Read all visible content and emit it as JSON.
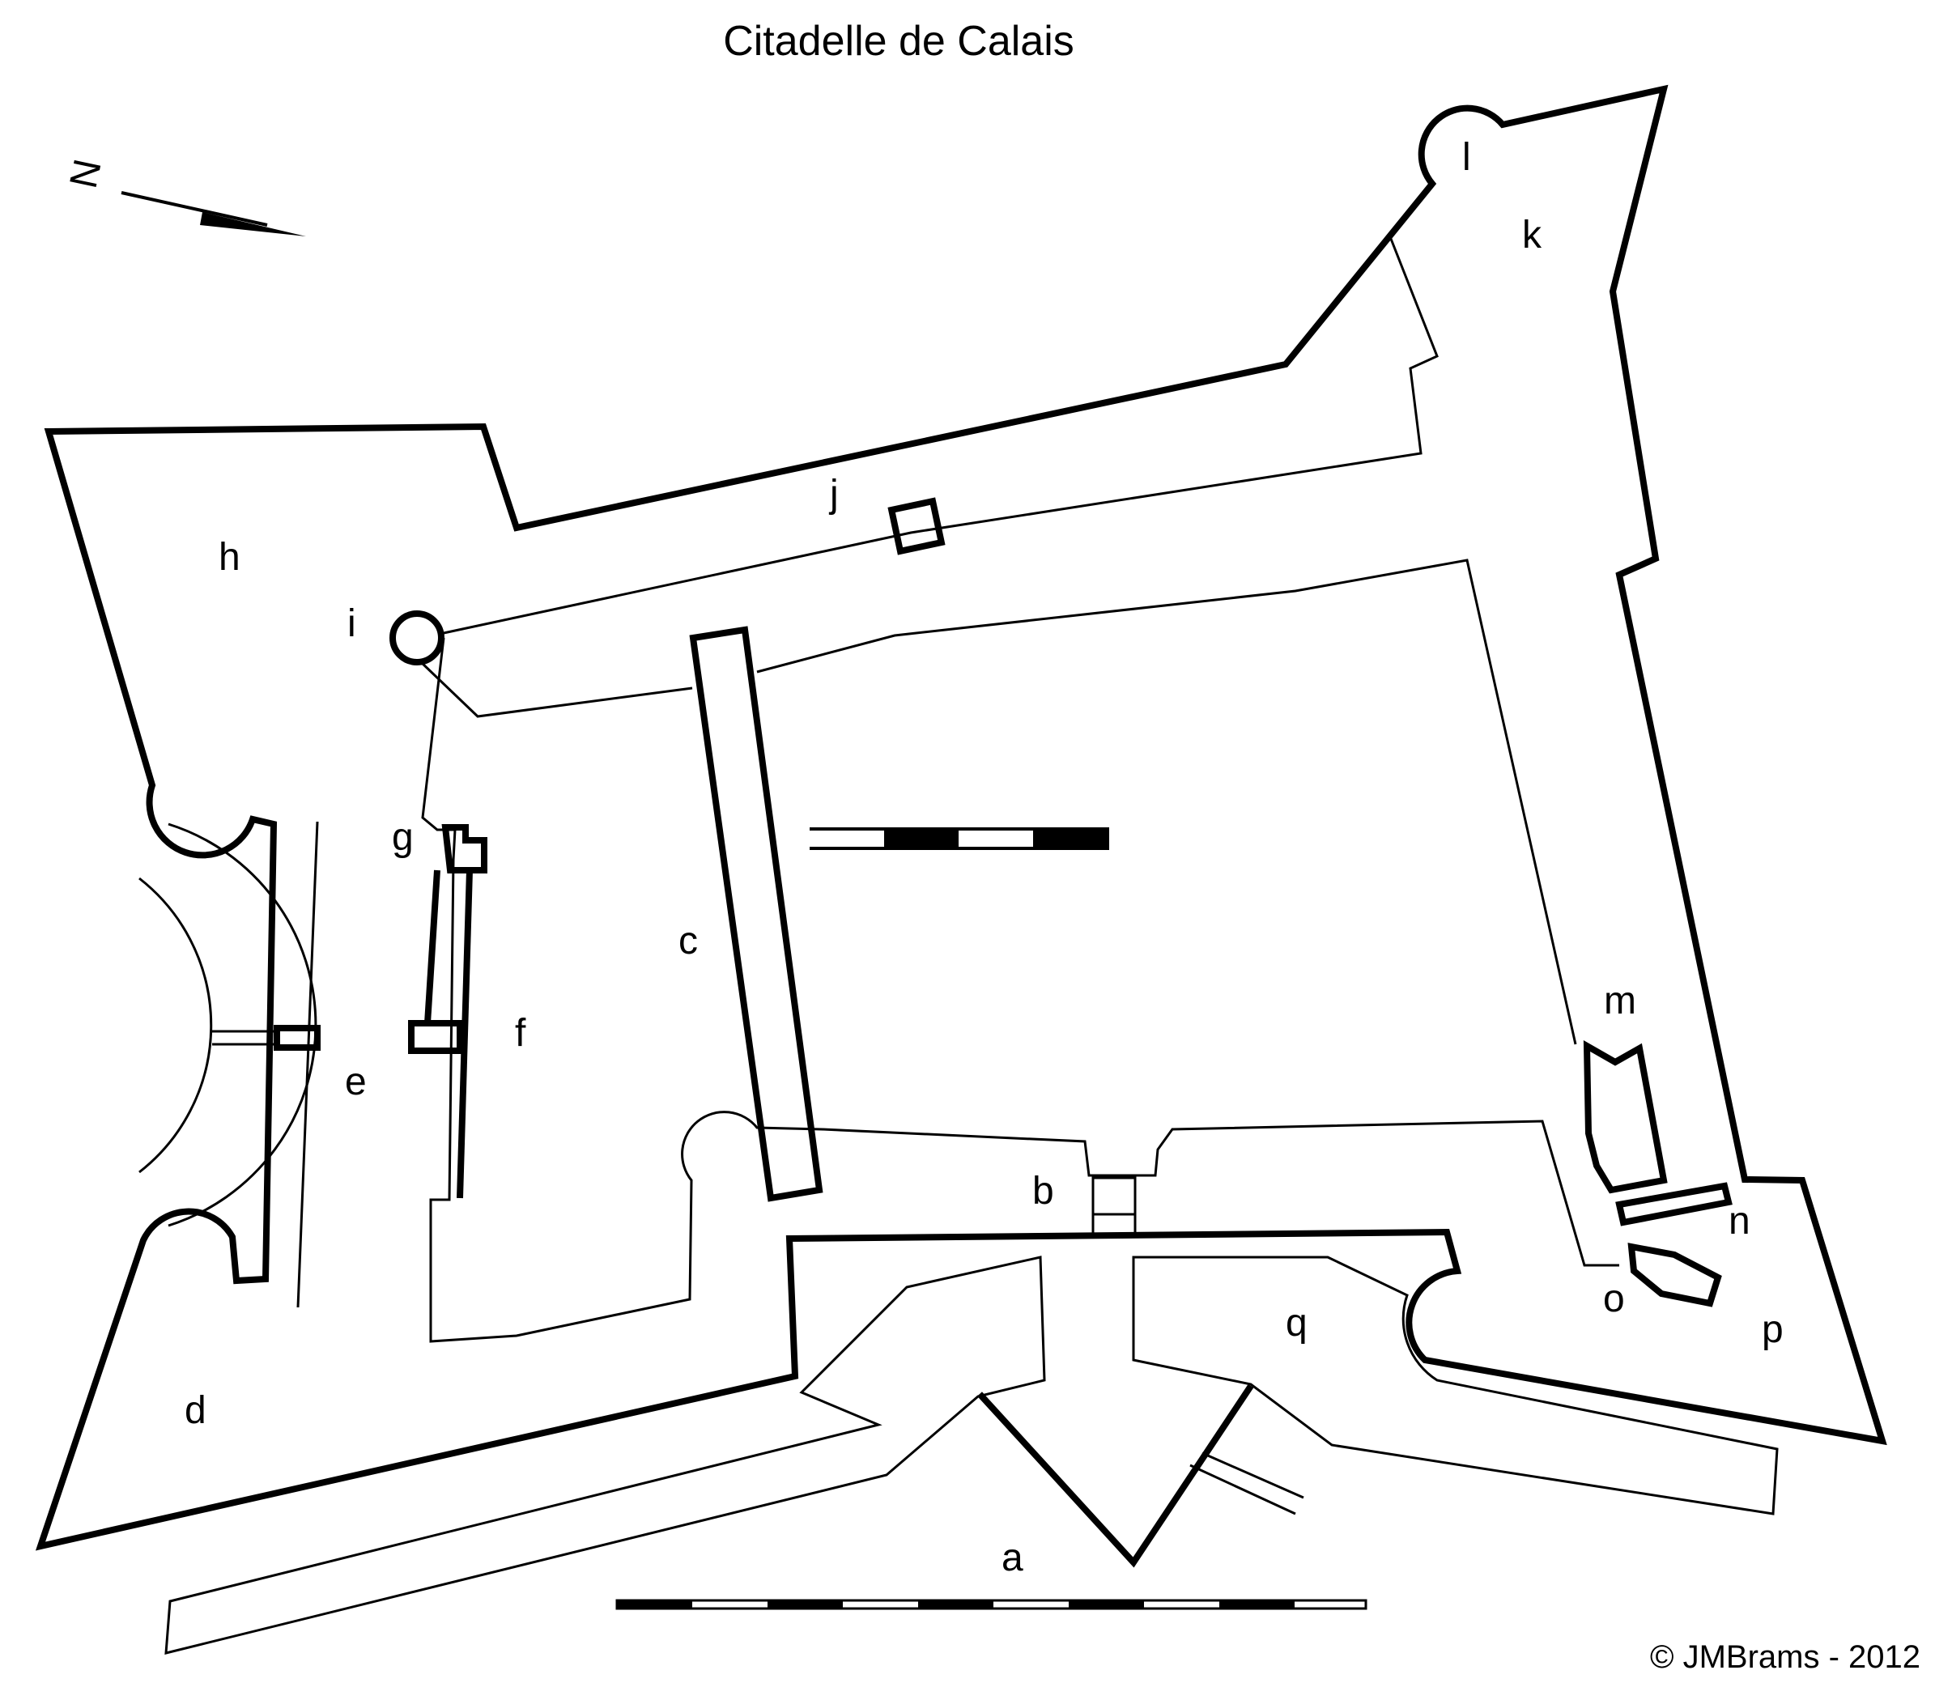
{
  "title": "Citadelle de Calais",
  "north_marker": "N",
  "copyright": "© JMBrams - 2012",
  "labels": {
    "a": "a",
    "b": "b",
    "c": "c",
    "d": "d",
    "e": "e",
    "f": "f",
    "g": "g",
    "h": "h",
    "i": "i",
    "j": "j",
    "k": "k",
    "l": "l",
    "m": "m",
    "n": "n",
    "o": "o",
    "p": "p",
    "q": "q"
  },
  "colors": {
    "ink": "#000000",
    "paper": "#ffffff"
  }
}
